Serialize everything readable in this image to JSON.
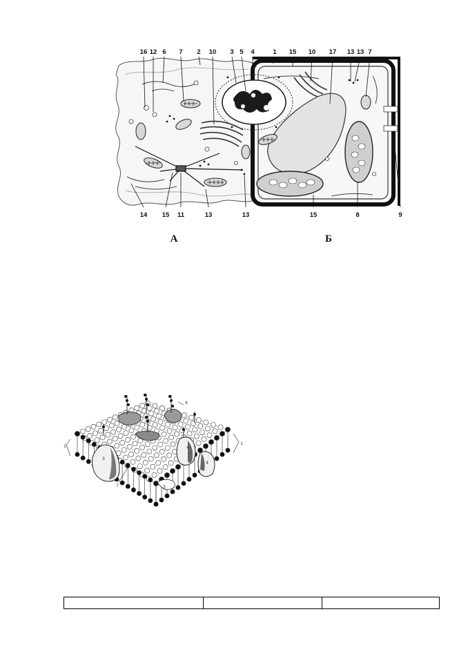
{
  "figure1": {
    "labels_top": [
      "16",
      "12",
      "6",
      "7",
      "2",
      "10",
      "3",
      "5",
      "4",
      "1",
      "15",
      "10",
      "17",
      "13",
      "13",
      "7"
    ],
    "labels_bottom": [
      "14",
      "15",
      "11",
      "13",
      "13",
      "15",
      "8",
      "9"
    ],
    "panel_a": "А",
    "panel_b": "Б"
  },
  "figure2": {
    "labels": [
      "1",
      "2",
      "3",
      "4",
      "4",
      "5",
      "6",
      "7"
    ]
  },
  "answer_table": {
    "cells": [
      "",
      "",
      ""
    ]
  }
}
